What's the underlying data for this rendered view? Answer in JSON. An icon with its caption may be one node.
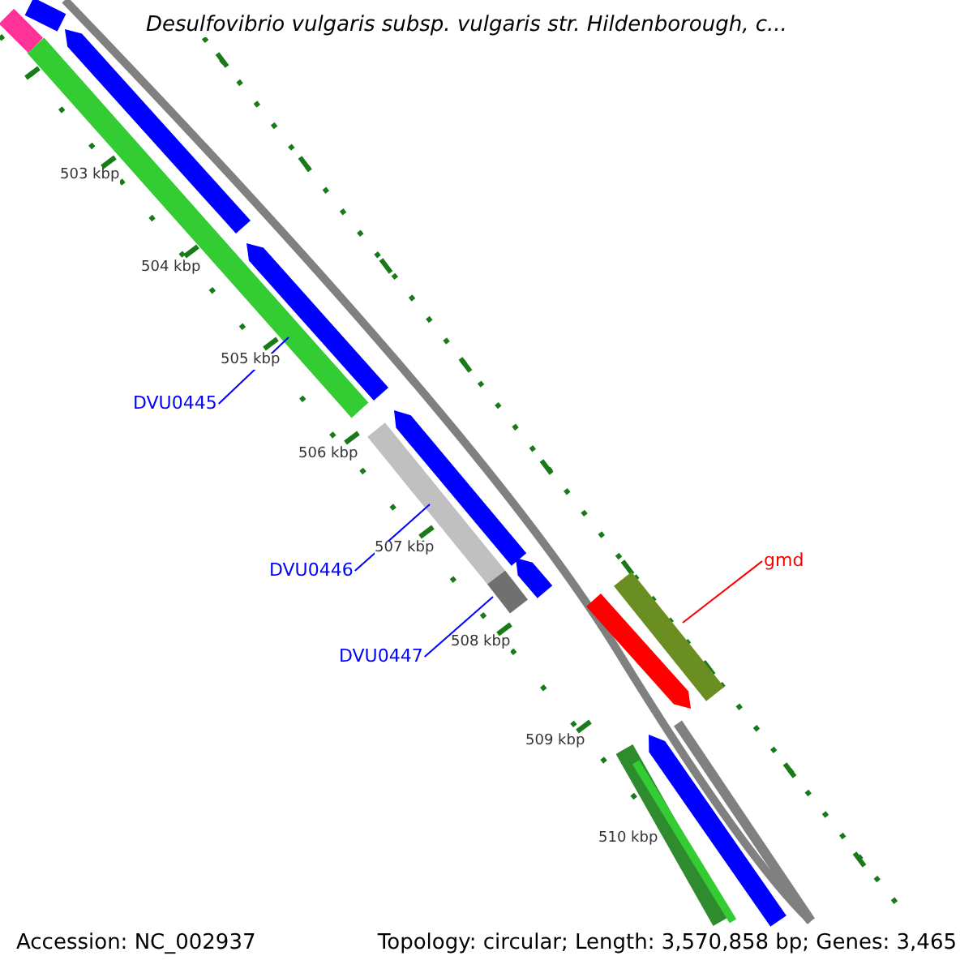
{
  "diagram": {
    "title": "Desulfovibrio vulgaris subsp. vulgaris str. Hildenborough, c...",
    "nodes": [
      {
        "text": [
          "DVU0445"
        ]
      },
      {
        "text": [
          "gmd"
        ]
      },
      {
        "text": [
          "DVU0446"
        ]
      },
      {
        "text": [
          "DVU0447"
        ]
      },
      {
        "text": [],
        "shape": "bar"
      },
      {
        "text": [],
        "shape": "bar"
      },
      {
        "text": [],
        "shape": "bar"
      },
      {
        "text": [],
        "shape": "bar"
      }
    ],
    "edges": [
      {
        "from": 0,
        "to": 4,
        "arrow": "none",
        "color": "#0000ff"
      },
      {
        "from": 1,
        "to": 5,
        "arrow": "none",
        "color": "#ff0000"
      },
      {
        "from": 2,
        "to": 6,
        "arrow": "none",
        "color": "#0000ff"
      },
      {
        "from": 3,
        "to": 7,
        "arrow": "none",
        "color": "#0000ff"
      }
    ],
    "labels": [
      "503 kbp",
      "504 kbp",
      "505 kbp",
      "506 kbp",
      "507 kbp",
      "508 kbp",
      "509 kbp",
      "510 kbp",
      "Accession: NC_002937",
      "Topology: circular; Length: 3,570,858 bp; Genes: 3,465"
    ]
  }
}
